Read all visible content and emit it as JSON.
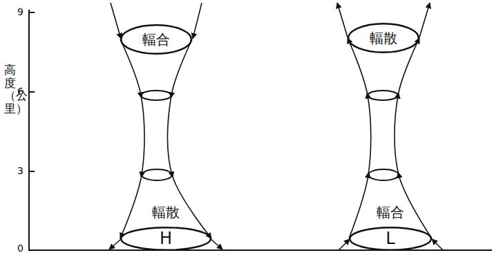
{
  "diagram": {
    "nodes": [
      {
        "text": [
          "輻合"
        ]
      },
      {
        "text": [
          "輻散",
          "H"
        ]
      },
      {
        "text": [
          "輻散"
        ]
      },
      {
        "text": [
          "輻合",
          "L"
        ]
      }
    ],
    "edges": [
      {
        "from": 0,
        "to": 1,
        "arrow": "to"
      },
      {
        "from": 0,
        "to": 1,
        "arrow": "to"
      },
      {
        "from": 3,
        "to": 2,
        "arrow": "to"
      },
      {
        "from": 3,
        "to": 2,
        "arrow": "to"
      }
    ],
    "labels": [
      "9",
      "6",
      "3",
      "0",
      "高度（公里）"
    ]
  }
}
